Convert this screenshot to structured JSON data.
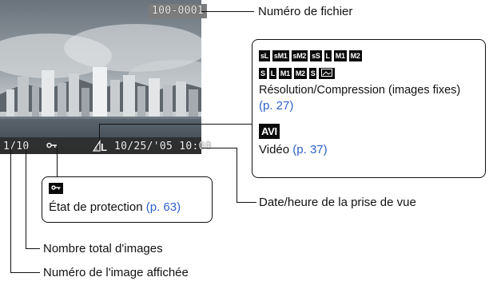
{
  "screen": {
    "file_number": "100-0001",
    "image_count": "1/10",
    "datetime": "10/25/'05 10:00"
  },
  "callouts": {
    "file_number_label": "Numéro de fichier",
    "resolution": {
      "icons_row1": [
        "sL",
        "sM1",
        "sM2",
        "sS",
        "L",
        "M1",
        "M2"
      ],
      "icons_row2": [
        "S",
        "L",
        "M1",
        "M2",
        "S",
        "postcard"
      ],
      "label": "Résolution/Compression (images fixes)",
      "ref": "(p. 27)",
      "video_icon": "AVI",
      "video_label": "Vidéo",
      "video_ref": "(p. 37)"
    },
    "datetime_label": "Date/heure de la prise de vue",
    "protection": {
      "icon": "key-icon",
      "label": "État de protection",
      "ref": "(p. 63)"
    },
    "total_label": "Nombre total d'images",
    "current_label": "Numéro de l'image affichée"
  },
  "colors": {
    "link": "#2f61c8",
    "osd_text": "#f2f2f2",
    "osd_bar": "#2d2d2d"
  }
}
